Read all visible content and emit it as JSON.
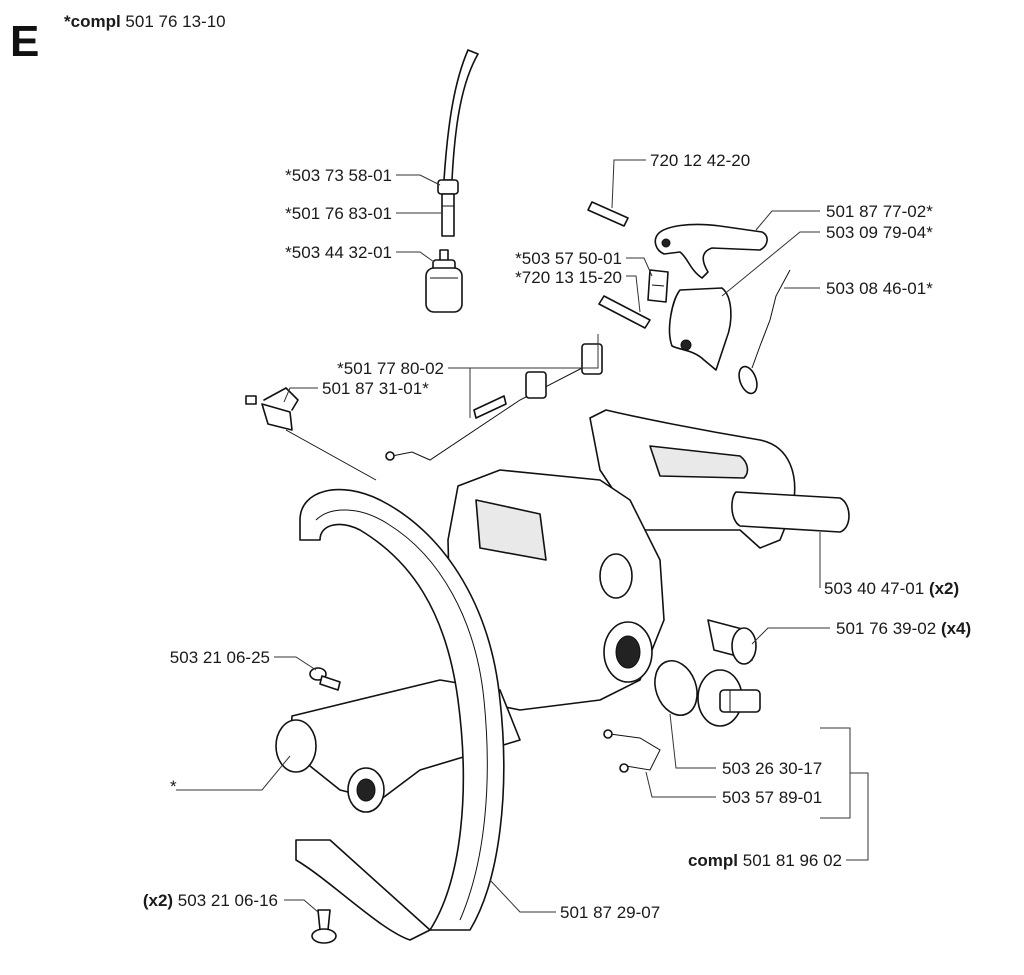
{
  "section": {
    "letter": "E",
    "compl_prefix": "*compl",
    "compl_number": "501 76 13-10"
  },
  "labels": {
    "fuel_hose": "*503 73 58-01",
    "hose_fitting": "*501 76 83-01",
    "fuel_filter": "*503 44 32-01",
    "pin_1": "720 12 42-20",
    "throttle_trigger": "501 87 77-02*",
    "throttle_lockout": "503 09 79-04*",
    "spring_plate": "*503 57 50-01",
    "pin_2": "*720 13 15-20",
    "spring": "503 08 46-01*",
    "throttle_rod": "*501 77 80-02",
    "cable_unit": "501 87 31-01*",
    "grip_number": "503 40 47-01",
    "grip_qty": "(x2)",
    "damper_number": "501 76 39-02",
    "damper_qty": "(x4)",
    "screw_1": "503 21 06-25",
    "oring": "503 26 30-17",
    "cap_strap": "503 57 89-01",
    "tank_asterisk": "*",
    "tank_compl_prefix": "compl",
    "tank_compl_number": "501 81 96 02",
    "screw_2_qty": "(x2)",
    "screw_2_number": "503 21 06-16",
    "front_handle": "501 87 29-07"
  }
}
